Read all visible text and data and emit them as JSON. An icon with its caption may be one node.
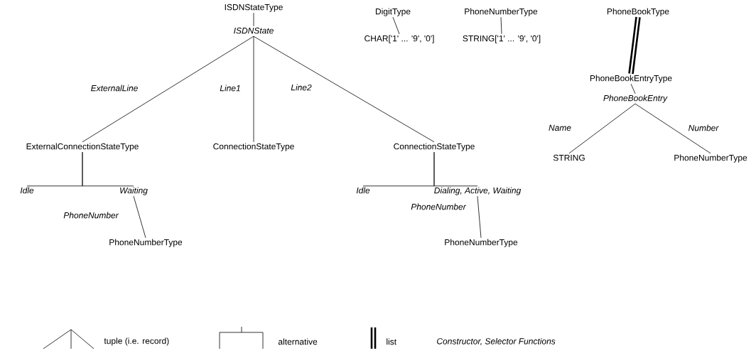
{
  "diagram": {
    "nodes": [
      {
        "text": [
          "ISDNStateType"
        ]
      },
      {
        "text": [
          "ISDNState"
        ]
      },
      {
        "text": [
          "ExternalConnectionStateType"
        ]
      },
      {
        "text": [
          "ConnectionStateType"
        ]
      },
      {
        "text": [
          "ConnectionStateType"
        ]
      },
      {
        "text": [
          "Idle"
        ]
      },
      {
        "text": [
          "Waiting"
        ]
      },
      {
        "text": [
          "PhoneNumberType"
        ]
      },
      {
        "text": [
          "Idle"
        ]
      },
      {
        "text": [
          "Dialing, Active, Waiting"
        ]
      },
      {
        "text": [
          "PhoneNumberType"
        ]
      },
      {
        "text": [
          "DigitType"
        ]
      },
      {
        "text": [
          "CHAR['1' ... '9', '0']"
        ]
      },
      {
        "text": [
          "PhoneNumberType"
        ]
      },
      {
        "text": [
          "STRING['1' ... '9', '0']"
        ]
      },
      {
        "text": [
          "PhoneBookType"
        ]
      },
      {
        "text": [
          "PhoneBookEntryType"
        ]
      },
      {
        "text": [
          "PhoneBookEntry"
        ]
      },
      {
        "text": [
          "STRING"
        ]
      },
      {
        "text": [
          "PhoneNumberType"
        ]
      }
    ],
    "edges": [
      {
        "from": 0,
        "to": 1,
        "arrow": "none"
      },
      {
        "from": 1,
        "to": 2,
        "arrow": "none",
        "label": "ExternalLine"
      },
      {
        "from": 1,
        "to": 3,
        "arrow": "none",
        "label": "Line1"
      },
      {
        "from": 1,
        "to": 4,
        "arrow": "none",
        "label": "Line2"
      },
      {
        "from": 2,
        "to": 5,
        "arrow": "none"
      },
      {
        "from": 2,
        "to": 6,
        "arrow": "none"
      },
      {
        "from": 6,
        "to": 7,
        "arrow": "none",
        "label": "PhoneNumber"
      },
      {
        "from": 4,
        "to": 8,
        "arrow": "none"
      },
      {
        "from": 4,
        "to": 9,
        "arrow": "none"
      },
      {
        "from": 9,
        "to": 10,
        "arrow": "none",
        "label": "PhoneNumber"
      },
      {
        "from": 11,
        "to": 12,
        "arrow": "none"
      },
      {
        "from": 13,
        "to": 14,
        "arrow": "none"
      },
      {
        "from": 15,
        "to": 16,
        "arrow": "none",
        "style": "thick"
      },
      {
        "from": 16,
        "to": 17,
        "arrow": "none"
      },
      {
        "from": 17,
        "to": 18,
        "arrow": "none",
        "label": "Name"
      },
      {
        "from": 17,
        "to": 19,
        "arrow": "none",
        "label": "Number"
      }
    ],
    "legend": [
      {
        "text": "tuple (i.e. record)"
      },
      {
        "text": "alternative"
      },
      {
        "text": "list"
      },
      {
        "text": "Constructor, Selector Functions"
      }
    ]
  }
}
